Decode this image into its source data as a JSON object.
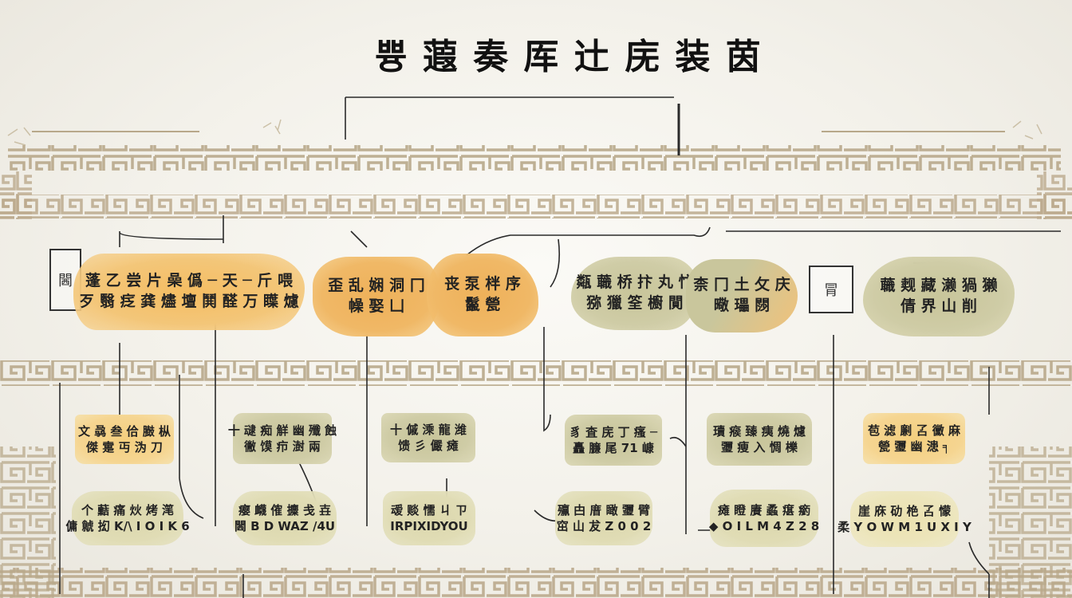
{
  "diagram": {
    "title": "쁑 蕸 奏 厍 辻 庑 装 茵",
    "palette": {
      "background": "#f4f2ec",
      "fret": "#b8a88a",
      "line": "#2a2a2a",
      "orange": "#f3bd62",
      "green": "#c9c69c",
      "yellow": "#f4cf7f"
    },
    "side_icons": [
      {
        "id": "left-seal",
        "glyph": "閪"
      },
      {
        "id": "right-seal",
        "glyph": "冐"
      }
    ],
    "top_nodes": [
      {
        "id": "n1",
        "color": "orange",
        "lines": [
          "蓬 乙 尝 片 喿 僞 ─ 天 ─ 斤 喂",
          "歹 翳 疺 龚 燼 壇 鬨 醛 万 瞸 爈"
        ]
      },
      {
        "id": "n2a",
        "color": "orange-dark",
        "lines": [
          "歪 乱 娴 洞 冂",
          "幧 娶 凵"
        ]
      },
      {
        "id": "n2b",
        "color": "orange-dark",
        "lines": [
          "丧 泵 柈 序",
          "鬣 甇"
        ]
      },
      {
        "id": "n3a",
        "color": "green",
        "lines": [
          "甐 蘵 桥 抃 丸 忭",
          "猕 獵 筌 櫥 閴"
        ]
      },
      {
        "id": "n3b",
        "color": "green",
        "lines": [
          "柰 冂 土 攵 庆",
          "曔 瓃 閯"
        ]
      },
      {
        "id": "n4",
        "color": "green",
        "lines": [
          "蘵 觌 藏 濑 猧 獭",
          "倩 界 山 削"
        ]
      }
    ],
    "middle_nodes": [
      {
        "id": "m1",
        "color": "yellow",
        "lines": [
          "文 骉 叁 佮 臌 枞",
          "傑 疐 丏 沩 刀"
        ]
      },
      {
        "id": "m2",
        "color": "green",
        "lines": [
          "十 叇 痴 觧 幽 殲 蝕",
          "徶 馍 疖 澍 兩"
        ]
      },
      {
        "id": "m3",
        "color": "green",
        "lines": [
          "十 傶 溗 龍 潍",
          "馈 彡 儼 瘫"
        ]
      },
      {
        "id": "m4",
        "color": "green",
        "lines": [
          "豸 査 庑 丁 瘙 ─",
          "矗 臁 尾 71 嵻"
        ]
      },
      {
        "id": "m5",
        "color": "green",
        "lines": [
          "瓄 瘊 臻 痍 燒 爈",
          "瓕 痩 入 惆 櫟"
        ]
      },
      {
        "id": "m6",
        "color": "yellow",
        "lines": [
          "苞 滤 劆 叾 黴 麻",
          "甇 瓕 幽 漶 ╕"
        ]
      }
    ],
    "bottom_nodes": [
      {
        "id": "b1",
        "color": "lightgreen",
        "lines": [
          "个 䕸 痛 炏 烤 滗",
          "傭 虩 抝 K/\\ I O I K 6"
        ]
      },
      {
        "id": "b2",
        "color": "lightgreen",
        "lines": [
          "瘿 衊 傕 攗 戋 壵",
          "閪 B D WAZ /4U"
        ]
      },
      {
        "id": "b3",
        "color": "lightgreen",
        "lines": [
          "叆 赕 懦 ㄐ ㄗ",
          "IRPIXIDYOU"
        ]
      },
      {
        "id": "b4",
        "color": "lightgreen",
        "lines": [
          "㱻 甴 庴 瞰 瓕 臂",
          "窋 山 犮 Z 0 0 2"
        ]
      },
      {
        "id": "b5",
        "color": "lightgreen",
        "lines": [
          "瘫 瞪 賡 蟊 瘎 瘹",
          "◆ O I L M 4 Z 2 8"
        ]
      },
      {
        "id": "b6",
        "color": "lightgreen",
        "lines": [
          "崖 庥 劯 栬 叾 懞",
          "柔 Y O W M 1 U X I Y"
        ]
      }
    ]
  }
}
